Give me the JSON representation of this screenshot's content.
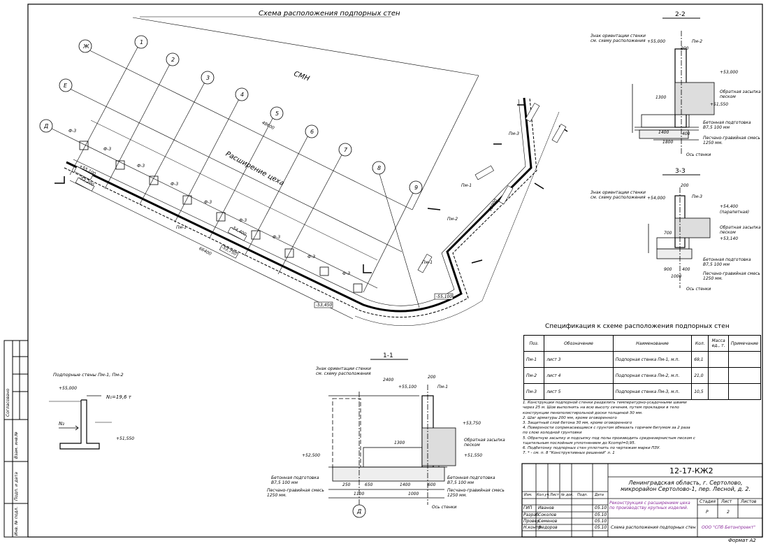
{
  "drawing": {
    "plan_title": "Схема расположения подпорных стен",
    "area_label": "СМН",
    "extension_label": "Расширение цеха",
    "axes": [
      "Ж",
      "Е",
      "Д",
      "1",
      "2",
      "3",
      "4",
      "5",
      "6",
      "7",
      "8",
      "9"
    ],
    "plan_marks": [
      "Пм-1",
      "Пм-2",
      "Пм-3",
      "Ф-3",
      "-53,450",
      "-53,750",
      "-55,100",
      "-54,400",
      "+55,100",
      "-53,200"
    ],
    "plan_dims": [
      "48600",
      "66400",
      "15000"
    ]
  },
  "section_2": {
    "title": "2-2",
    "sign": "Знак ориентации стенки\nсм. схему расположения",
    "marks": [
      "+55,000",
      "+53,000",
      "+51,550"
    ],
    "dims": [
      "1300",
      "1400",
      "400",
      "1800",
      "200"
    ],
    "notes": [
      "Обратная засыпка\nпеском",
      "Бетонная подготовка\nB7,5 100 мм",
      "Песчано-гравийная смесь\n1250 мм."
    ],
    "axis": "Ось стенки",
    "wall": "Пм-2"
  },
  "section_3": {
    "title": "3-3",
    "sign": "Знак ориентации стенки\nсм. схему расположения",
    "marks": [
      "+54,000",
      "+54,400",
      "+53,140"
    ],
    "extra": "(парапетная)",
    "dims": [
      "700",
      "900",
      "400",
      "1000",
      "200"
    ],
    "notes": [
      "Обратная засыпка\nпеском",
      "Бетонная подготовка\nB7,5 100 мм",
      "Песчано-гравийная смесь\n1250 мм."
    ],
    "axis": "Ось стенки",
    "wall": "Пм-3"
  },
  "section_1": {
    "title": "1-1",
    "sign": "Знак ориентации стенки\nсм. схему расположения",
    "marks": [
      "+55,100",
      "+53,750",
      "+52,500",
      "+51,550"
    ],
    "dims": [
      "2400",
      "200",
      "1300",
      "1400",
      "600",
      "1000",
      "1100",
      "250",
      "650"
    ],
    "notes": [
      "Обратная засыпка\nпеском",
      "Бетонная подготовка\nB7,5 100 мм",
      "Песчано-гравийная смесь\n1250 мм."
    ],
    "axis": "Ось стенки",
    "wall": "Пм-1",
    "axis_letter": "Д"
  },
  "loads": {
    "title": "Подпорные стены Пм-1, Пм-2",
    "mark_top": "+55,000",
    "mark_bottom": "+51,550",
    "n1": "N₁=19,6 т",
    "n2": "N₂"
  },
  "spec": {
    "title": "Спецификация к схеме расположения подпорных стен",
    "headers": [
      "Поз.",
      "Обозначение",
      "Наименование",
      "Кол.",
      "Масса ед., т.",
      "Примечание"
    ],
    "rows": [
      [
        "Пм-1",
        "лист 3",
        "Подпорная стенка Пм-1, м.п.",
        "69,1",
        "",
        ""
      ],
      [
        "Пм-2",
        "лист 4",
        "Подпорная стенка Пм-2, м.п.",
        "21,0",
        "",
        ""
      ],
      [
        "Пм-3",
        "лист 5",
        "Подпорная стенка Пм-3, м.п.",
        "10,5",
        "",
        ""
      ]
    ]
  },
  "notes": [
    "1. Конструкции подпорной стенки разделить температурно-усадочными швами",
    "через 25 м. Шов выполнить на всю высоту сечения, путем прокладки в тело",
    "конструкции пенополистирольной доски толщиной 30 мм.",
    "2. Шаг арматуры 200 мм, кроме оговоренного",
    "3. Защитный слой бетона 30 мм, кроме оговоренного",
    "4. Поверхности соприкасающиеся с грунтом обмазать горячим битумом за 2 раза",
    "по слою холодной грунтовки",
    "5. Обратную засыпку и подсыпку под полы производить среднезернистым песком с",
    "тщательным послойным уплотнением до Kcompl=0,95.",
    "6. Подбетонку подпорных стен уплотнить по чертежам марки ПЗУ.",
    "7. * - см. п. 8 \"Конструктивных решений\" л. 1"
  ],
  "stamp": {
    "code": "12-17-КЖ2",
    "address": "Ленинградская область, г. Сертолово,\nмикрорайон Сертолово-1, пер. Лесной, д. 2.",
    "object": "Реконструкция с расширением цеха\nпо производству крупных изделий.",
    "sheet_name": "Схема расположения подпорных стен",
    "org": "ООО \"СПб Бетонпроект\"",
    "headers": [
      "Изм.",
      "Кол.уч.",
      "Лист",
      "№ док.",
      "Подп.",
      "Дата"
    ],
    "stage_head": [
      "Стадия",
      "Лист",
      "Листов"
    ],
    "stage_vals": [
      "Р",
      "2",
      ""
    ],
    "people": [
      [
        "ГИП",
        "Иванов",
        "05.10"
      ],
      [
        "Разраб.",
        "Соколов",
        "05.10"
      ],
      [
        "Провер.",
        "Семенов",
        "05.10"
      ],
      [
        "Н.контр.",
        "Федоров",
        "05.10"
      ]
    ],
    "format": "Формат А2"
  },
  "side": {
    "labels": [
      "Согласовано",
      "Взам. инв.№",
      "Подп. и дата",
      "Инв. № подл."
    ]
  }
}
